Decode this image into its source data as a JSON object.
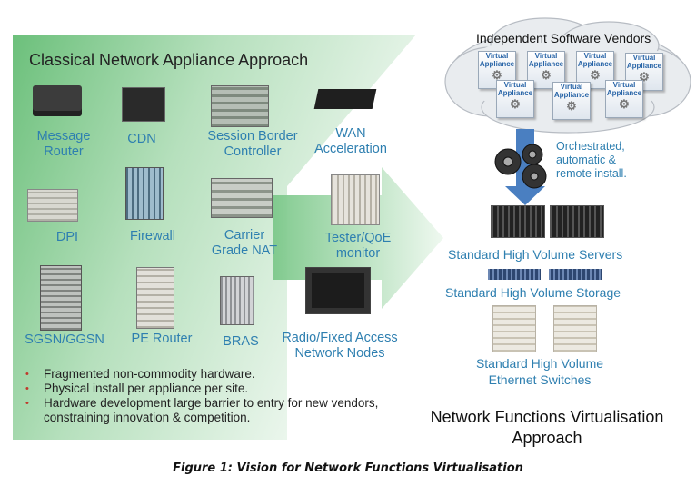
{
  "left": {
    "title": "Classical Network Appliance Approach",
    "devices": {
      "message_router": "Message\nRouter",
      "cdn": "CDN",
      "sbc": "Session Border\nController",
      "wan": "WAN\nAcceleration",
      "dpi": "DPI",
      "firewall": "Firewall",
      "cgnat": "Carrier\nGrade NAT",
      "tester": "Tester/QoE\nmonitor",
      "sgsn": "SGSN/GGSN",
      "pe_router": "PE Router",
      "bras": "BRAS",
      "radio": "Radio/Fixed Access\nNetwork Nodes"
    },
    "bullets": [
      "Fragmented non-commodity hardware.",
      "Physical install per appliance per site.",
      "Hardware development large barrier to entry for new vendors, constraining innovation & competition."
    ]
  },
  "right": {
    "cloud_title": "Independent Software Vendors",
    "virtual_appliance": "Virtual Appliance",
    "orchestration": "Orchestrated,\nautomatic &\nremote install.",
    "servers": "Standard High Volume Servers",
    "storage": "Standard High Volume Storage",
    "switches": "Standard High Volume\nEthernet Switches",
    "title": "Network Functions Virtualisation\nApproach"
  },
  "caption": "Figure 1: Vision for Network Functions Virtualisation",
  "colors": {
    "accent_blue": "#2e7fb0",
    "green_start": "#7fc98a",
    "green_end": "#eef7ee"
  }
}
